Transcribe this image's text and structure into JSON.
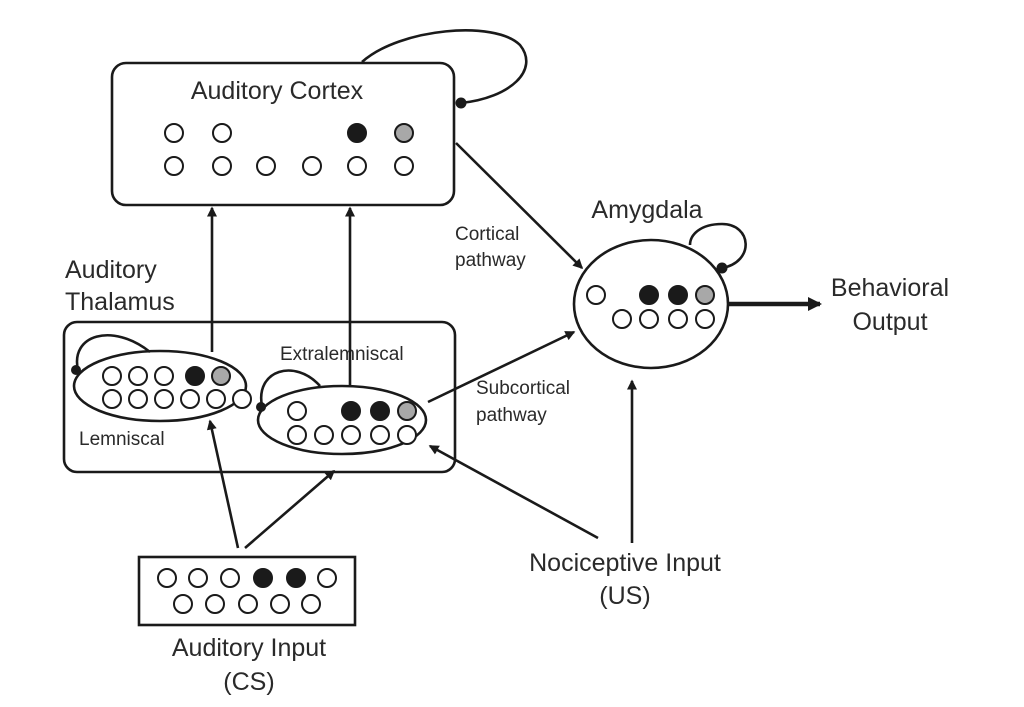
{
  "colors": {
    "stroke": "#1a1a1a",
    "active": "#1a1a1a",
    "partial": "#a8a8a8",
    "inactive": "#ffffff",
    "text": "#2a2a2a"
  },
  "labels": {
    "auditory_cortex": "Auditory Cortex",
    "amygdala": "Amygdala",
    "auditory_thalamus_line1": "Auditory",
    "auditory_thalamus_line2": "Thalamus",
    "extralemniscal": "Extralemniscal",
    "lemniscal": "Lemniscal",
    "cortical_pathway_line1": "Cortical",
    "cortical_pathway_line2": "pathway",
    "subcortical_pathway_line1": "Subcortical",
    "subcortical_pathway_line2": "pathway",
    "behavioral_output_line1": "Behavioral",
    "behavioral_output_line2": "Output",
    "nociceptive_input_line1": "Nociceptive Input",
    "nociceptive_input_line2": "(US)",
    "auditory_input_line1": "Auditory Input",
    "auditory_input_line2": "(CS)"
  },
  "neuron_groups": {
    "auditory_cortex": [
      [
        "inactive",
        "inactive",
        "active",
        "partial"
      ],
      [
        "inactive",
        "inactive",
        "inactive",
        "inactive",
        "inactive",
        "inactive"
      ]
    ],
    "lemniscal": [
      [
        "inactive",
        "inactive",
        "inactive",
        "active",
        "partial"
      ],
      [
        "inactive",
        "inactive",
        "inactive",
        "inactive",
        "inactive",
        "inactive"
      ]
    ],
    "extralemniscal": [
      [
        "inactive",
        "active",
        "active",
        "partial"
      ],
      [
        "inactive",
        "inactive",
        "inactive",
        "inactive",
        "inactive"
      ]
    ],
    "amygdala": [
      [
        "inactive",
        "active",
        "active",
        "partial"
      ],
      [
        "inactive",
        "inactive",
        "inactive",
        "inactive"
      ]
    ],
    "auditory_input": [
      [
        "inactive",
        "inactive",
        "inactive",
        "active",
        "active",
        "inactive"
      ],
      [
        "inactive",
        "inactive",
        "inactive",
        "inactive",
        "inactive"
      ]
    ]
  }
}
